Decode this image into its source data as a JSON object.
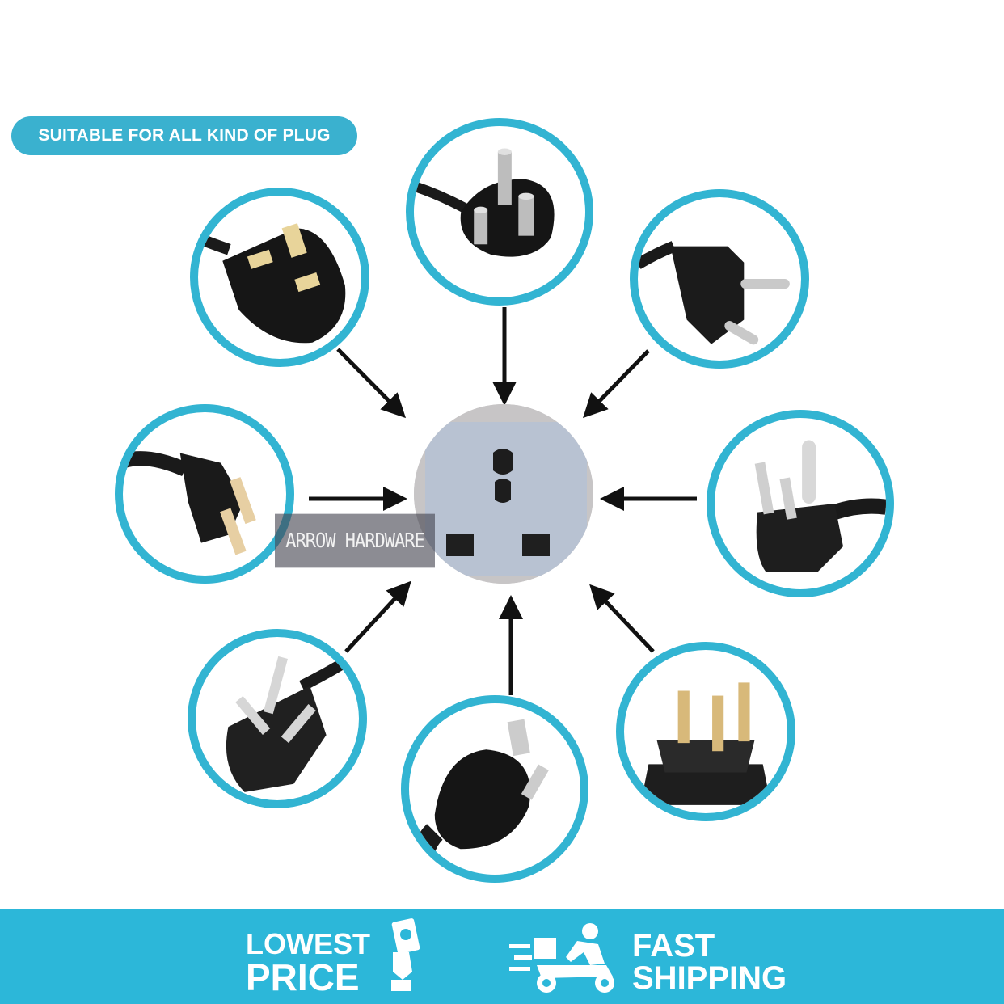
{
  "badge": {
    "text": "SUITABLE FOR ALL KIND OF PLUG"
  },
  "watermark": {
    "text": "ARROW HARDWARE"
  },
  "footer": {
    "lowest_price": {
      "line1": "LOWEST",
      "line2": "PRICE",
      "icon": "hand-holding-cash-icon"
    },
    "fast_shipping": {
      "line1": "FAST",
      "line2": "SHIPPING",
      "icon": "delivery-scooter-icon"
    }
  },
  "plugs": [
    {
      "name": "uk-plug",
      "icon": "uk-type-g-plug-icon"
    },
    {
      "name": "india-plug",
      "icon": "india-type-d-plug-icon"
    },
    {
      "name": "euro-plug",
      "icon": "euro-type-c-plug-icon"
    },
    {
      "name": "us-2pin-plug",
      "icon": "us-type-a-plug-icon"
    },
    {
      "name": "us-3pin-plug",
      "icon": "us-type-b-plug-icon"
    },
    {
      "name": "china-plug",
      "icon": "china-type-i-plug-icon"
    },
    {
      "name": "australia-plug",
      "icon": "australia-type-i-plug-icon"
    },
    {
      "name": "swiss-plug",
      "icon": "swiss-type-j-plug-icon"
    }
  ],
  "socket": {
    "icon": "universal-socket-icon"
  },
  "colors": {
    "accent": "#32b4d2",
    "footer": "#2cb7d9",
    "plug": "#1c1c1c"
  }
}
